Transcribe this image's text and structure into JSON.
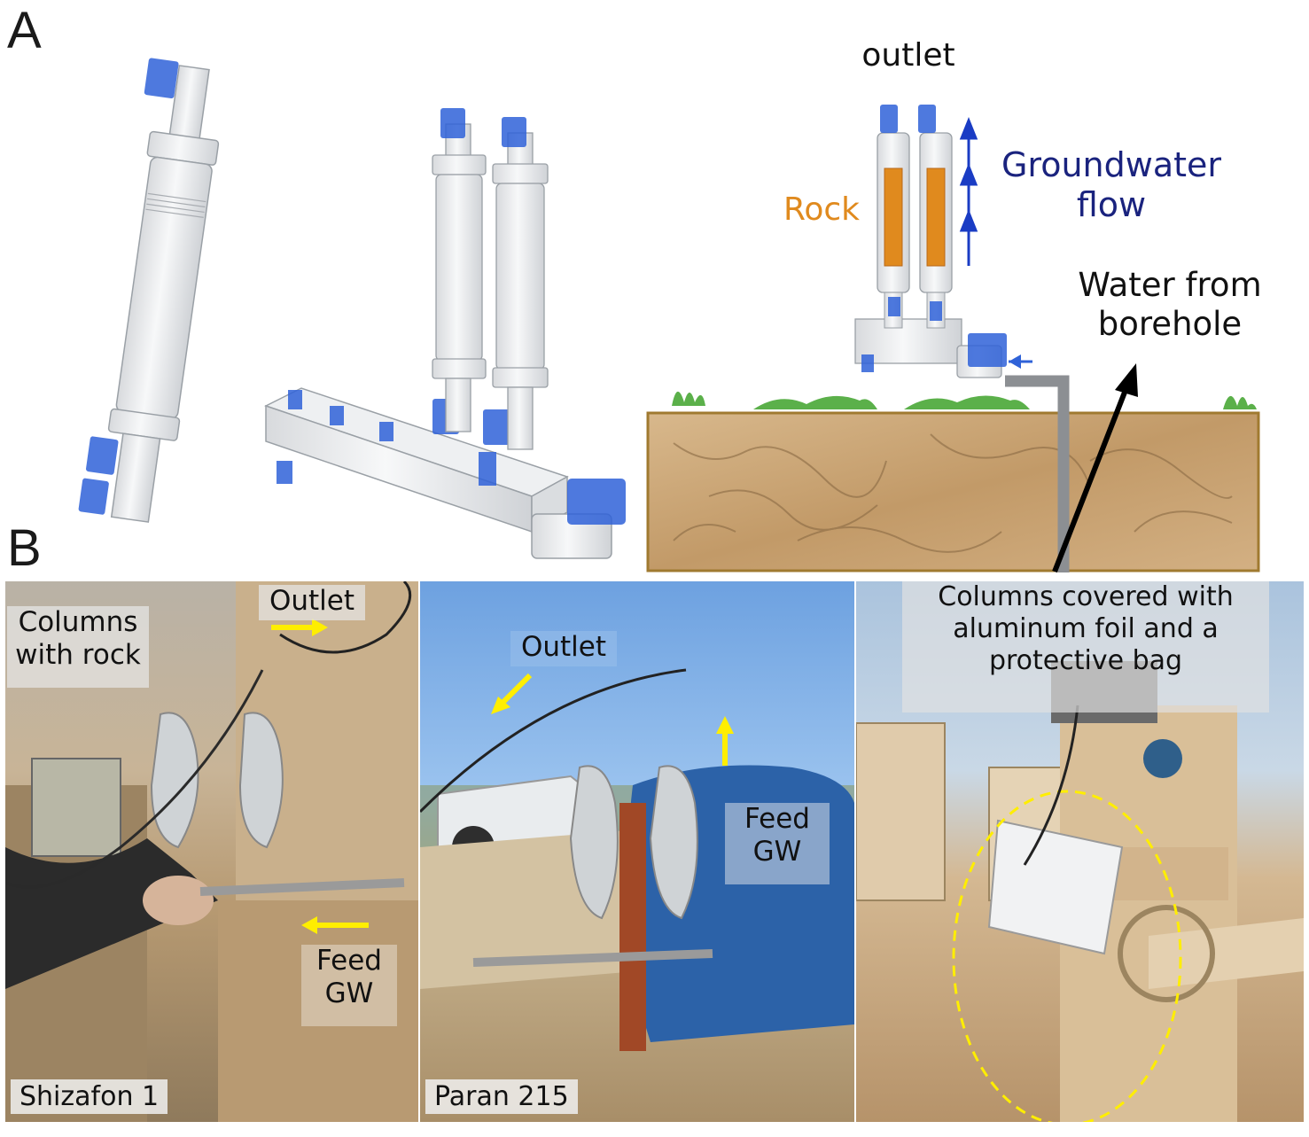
{
  "panels": {
    "a": "A",
    "b": "B"
  },
  "diagram": {
    "outlet": "outlet",
    "rock": "Rock",
    "gw_flow_line1": "Groundwater",
    "gw_flow_line2": "flow",
    "water_line1": "Water from",
    "water_line2": "borehole"
  },
  "photos": [
    {
      "site": "Shizafon 1",
      "label1_line1": "Columns",
      "label1_line2": "with rock",
      "outlet": "Outlet",
      "feed_line1": "Feed",
      "feed_line2": "GW"
    },
    {
      "site": "Paran 215",
      "outlet": "Outlet",
      "feed_line1": "Feed",
      "feed_line2": "GW"
    },
    {
      "caption_line1": "Columns covered with",
      "caption_line2": "aluminum foil and a",
      "caption_line3": "protective bag"
    }
  ],
  "colors": {
    "rock": "#e08a1e",
    "gw_flow": "#1a237e",
    "valve": "#2f62d8",
    "arrow_yellow": "#ffee00",
    "soil": "#c9a377"
  }
}
